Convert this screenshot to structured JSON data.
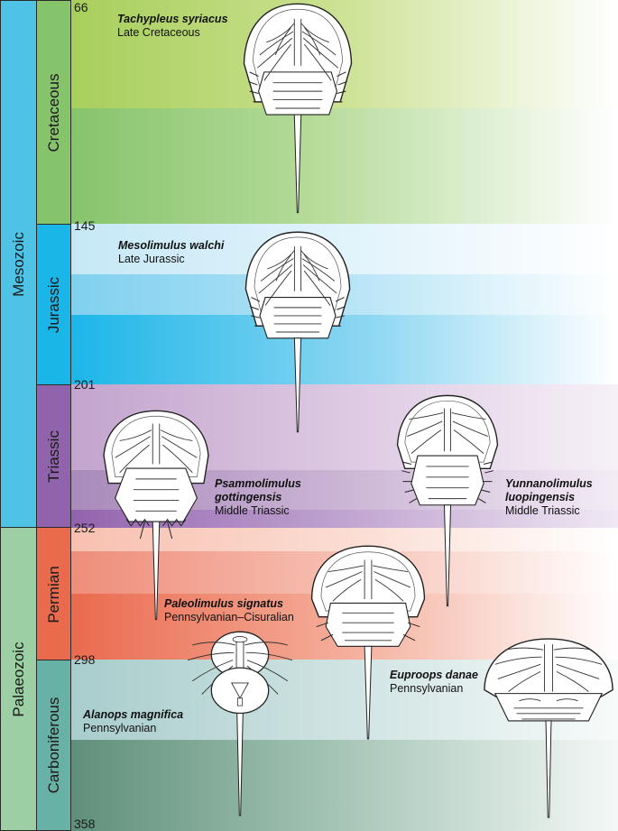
{
  "eras": [
    {
      "name": "Mesozoic",
      "color": "#4fc3e6"
    },
    {
      "name": "Palaeozoic",
      "color": "#9ccfa4"
    }
  ],
  "periods": [
    {
      "name": "Cretaceous",
      "color": "#86c46c"
    },
    {
      "name": "Jurassic",
      "color": "#1bb6e8"
    },
    {
      "name": "Triassic",
      "color": "#9263ad"
    },
    {
      "name": "Permian",
      "color": "#ea6a4e"
    },
    {
      "name": "Carboniferous",
      "color": "#68b1a6"
    }
  ],
  "ages_ma": [
    "66",
    "145",
    "201",
    "252",
    "298",
    "358"
  ],
  "species": [
    {
      "name": "Tachypleus syriacus",
      "age": "Late Cretaceous"
    },
    {
      "name": "Mesolimulus walchi",
      "age": "Late Jurassic"
    },
    {
      "name": "Psammolimulus gottingensis",
      "age": "Middle Triassic"
    },
    {
      "name": "Yunnanolimulus luopingensis",
      "age": "Middle Triassic"
    },
    {
      "name": "Paleolimulus signatus",
      "age": "Pennsylvanian–Cisuralian"
    },
    {
      "name": "Euproops danae",
      "age": "Pennsylvanian"
    },
    {
      "name": "Alanops magnifica",
      "age": "Pennsylvanian"
    }
  ]
}
